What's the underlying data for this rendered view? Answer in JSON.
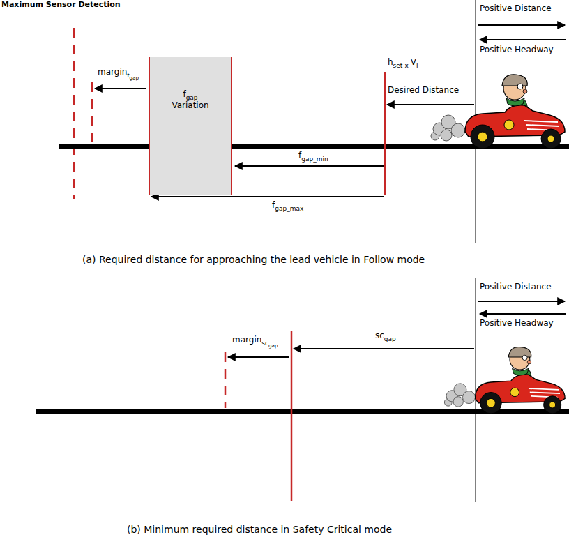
{
  "diagram": {
    "nodes": [
      {
        "text": [
          "f",
          "gap",
          "Variation"
        ]
      }
    ],
    "labels": [
      "Maximum Sensor Detection",
      "Positive Distance",
      "Positive Headway",
      "margin",
      "f",
      "gap",
      "h",
      "set",
      "x",
      "V",
      "l",
      "Desired Distance",
      "f",
      "gap_min",
      "f",
      "gap_max",
      "(a) Required distance for approaching the lead vehicle in Follow mode",
      "Positive Distance",
      "Positive Headway",
      "margin",
      "sc",
      "gap",
      "sc",
      "gap",
      "(b) Minimum required distance in Safety Critical mode"
    ]
  }
}
